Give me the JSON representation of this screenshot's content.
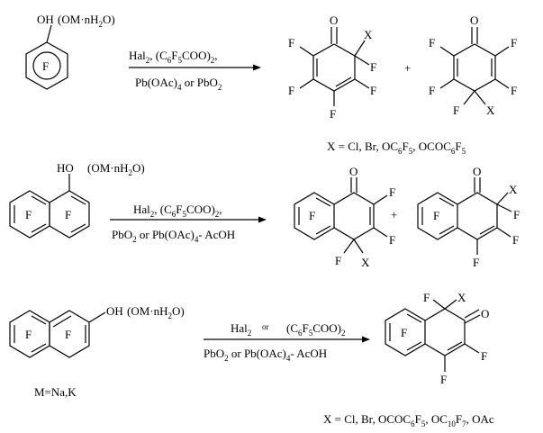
{
  "reaction1": {
    "reactant_oh": "OH",
    "reactant_salt": "(OM·nH",
    "reactant_salt_sub": "2",
    "reactant_salt_end": "O)",
    "ring_f": "F",
    "reagent_line1": "Hal",
    "reagent_line1_sub": "2",
    "reagent_line1_b": ", (C",
    "reagent_line1_sub2": "6",
    "reagent_line1_c": "F",
    "reagent_line1_sub3": "5",
    "reagent_line1_d": "COO)",
    "reagent_line1_sub4": "2",
    "reagent_line1_e": ",",
    "reagent_line2_a": "Pb(OAc)",
    "reagent_line2_sub": "4",
    "reagent_line2_b": " or  PbO",
    "reagent_line2_sub2": "2",
    "plus": "+",
    "atom_o": "O",
    "atom_f": "F",
    "atom_x": "X",
    "x_def": "X = Cl, Br, OC",
    "x_def_s1": "6",
    "x_def_b": "F",
    "x_def_s2": "5",
    "x_def_c": ", OCOC",
    "x_def_s3": "6",
    "x_def_d": "F",
    "x_def_s4": "5"
  },
  "reaction2": {
    "reactant_oh": "HO",
    "reactant_salt": "(OM·nH",
    "reactant_salt_sub": "2",
    "reactant_salt_end": "O)",
    "reagent_line1": "Hal",
    "reagent_line1_sub": "2",
    "reagent_line1_b": ", (C",
    "reagent_line1_sub2": "6",
    "reagent_line1_c": "F",
    "reagent_line1_sub3": "5",
    "reagent_line1_d": "COO)",
    "reagent_line1_sub4": "2",
    "reagent_line1_e": ",",
    "reagent_line2_a": "PbO",
    "reagent_line2_sub": "2",
    "reagent_line2_b": " or Pb(OAc)",
    "reagent_line2_sub2": "4",
    "reagent_line2_c": "- AcOH",
    "plus": "+"
  },
  "reaction3": {
    "reactant_oh": "OH",
    "reactant_salt": "(OM·nH",
    "reactant_salt_sub": "2",
    "reactant_salt_end": "O)",
    "m_def": "M=Na,K",
    "reagent_line1": "Hal",
    "reagent_line1_sub": "2",
    "reagent_or": "or",
    "reagent_line1_b": "(C",
    "reagent_line1_sub2": "6",
    "reagent_line1_c": "F",
    "reagent_line1_sub3": "5",
    "reagent_line1_d": "COO)",
    "reagent_line1_sub4": "2",
    "reagent_line2_a": "PbO",
    "reagent_line2_sub": "2",
    "reagent_line2_b": " or Pb(OAc)",
    "reagent_line2_sub2": "4",
    "reagent_line2_c": "- AcOH",
    "x_def": "X = Cl, Br, OCOC",
    "x_def_s1": "6",
    "x_def_b": "F",
    "x_def_s2": "5",
    "x_def_c": ", OC",
    "x_def_s3": "10",
    "x_def_d": "F",
    "x_def_s4": "7",
    "x_def_e": ", OAc"
  }
}
